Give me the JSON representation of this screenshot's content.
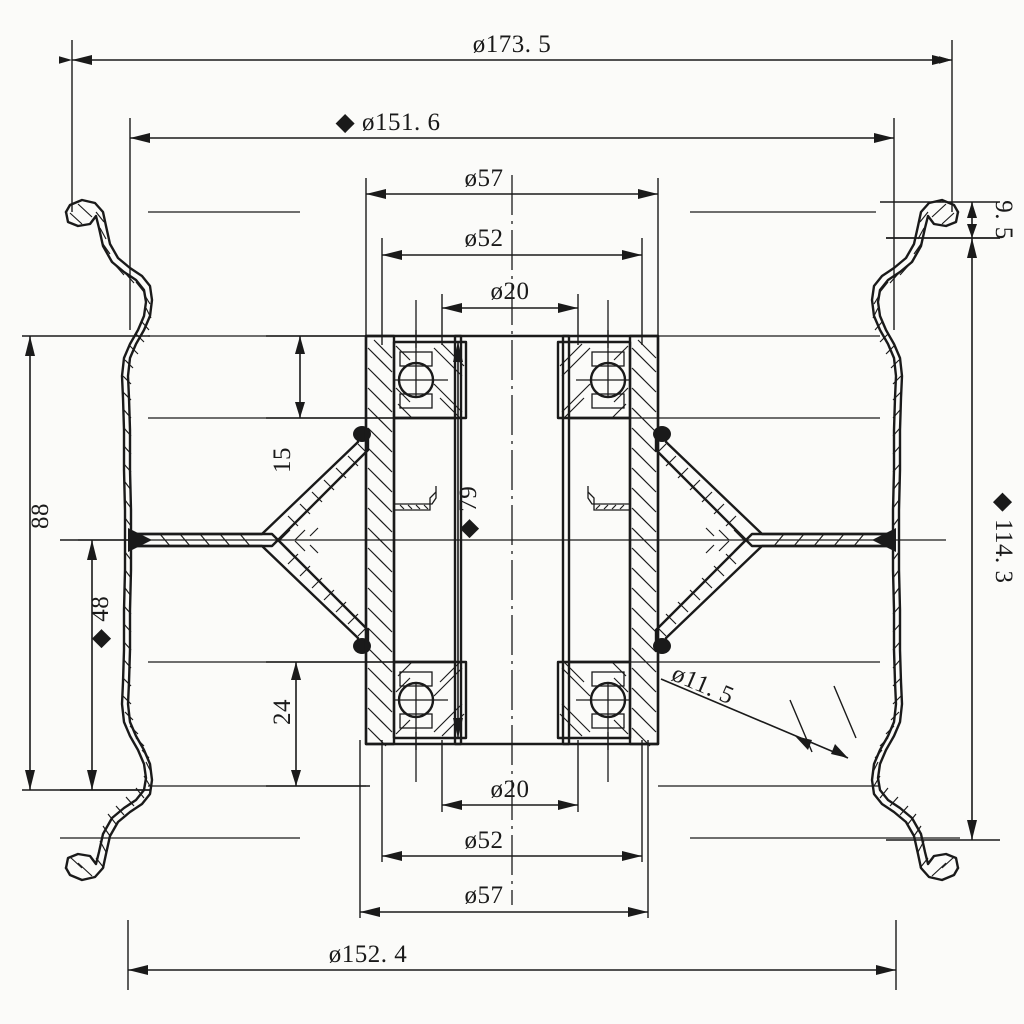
{
  "drawing": {
    "title": "Wheel Rim Cross-Section Technical Drawing",
    "background_color": "#fbfbf9",
    "line_color": "#1a1a1a"
  },
  "dimensions": {
    "overall_width": "ø173. 5",
    "bead_seat_width": "◆ ø151. 6",
    "hub_outer_upper": "ø57",
    "bearing_outer_upper": "ø52",
    "bore_upper": "ø20",
    "bore_lower": "ø20",
    "bearing_outer_lower": "ø52",
    "hub_outer_lower": "ø57",
    "bolt_circle": "ø152. 4",
    "flange_height": "9. 5",
    "overall_diameter_right": "◆ 114. 3",
    "rim_height_left": "88",
    "offset_left": "◆ 48",
    "shoulder_upper": "15",
    "shoulder_lower": "24",
    "hub_length": "◆ 79",
    "bolt_hole": "ø11. 5"
  },
  "symbols": {
    "diameter": "ø",
    "datum_diamond": "◆"
  }
}
